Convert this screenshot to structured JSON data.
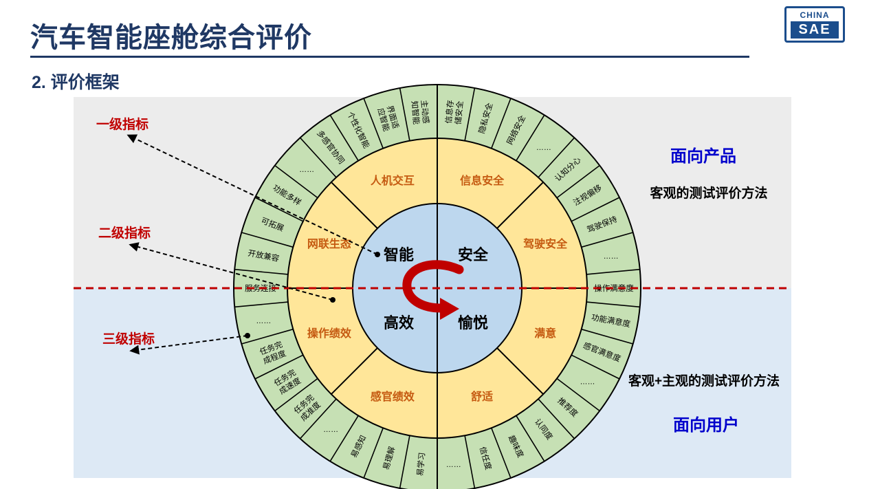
{
  "header": {
    "title": "汽车智能座舱综合评价",
    "subtitle": "2. 评价框架"
  },
  "logo": {
    "top": "CHINA",
    "bottom": "SAE"
  },
  "center": {
    "top_left": "智能",
    "top_right": "安全",
    "bottom_left": "高效",
    "bottom_right": "愉悦"
  },
  "level2": [
    "人机交互",
    "信息安全",
    "驾驶安全",
    "满意",
    "舒适",
    "感官绩效",
    "操作绩效",
    "网联生态"
  ],
  "level3": [
    "主动感知智能",
    "界面适应智能",
    "个性化智能",
    "多感官协同",
    "……",
    "功能多样",
    "可拓展",
    "开放兼容",
    "服务连接",
    "……",
    "任务完成程度",
    "任务完成速度",
    "任务完成准度",
    "……",
    "易感知",
    "易理解",
    "易学习",
    "……",
    "信任度",
    "趣味度",
    "认同度",
    "推荐度",
    "……",
    "感官满意度",
    "功能满意度",
    "操作满意度",
    "……",
    "驾驶保持",
    "注视偏移",
    "认知分心",
    "……",
    "网络安全",
    "隐私安全",
    "信息存储安全"
  ],
  "labels": {
    "level1": "一级指标",
    "level2": "二级指标",
    "level3": "三级指标"
  },
  "side": {
    "product_title": "面向产品",
    "product_method": "客观的测试评价方法",
    "user_method": "客观+主观的测试评价方法",
    "user_title": "面向用户"
  },
  "colors": {
    "title": "#1f3864",
    "outer_ring": "#c6e0b4",
    "mid_ring": "#ffe699",
    "inner_circle": "#bdd7ee",
    "mid_text": "#c55a11",
    "red": "#c00000",
    "blue_text": "#0000cc",
    "upper_bg": "#ececec",
    "lower_bg": "#dde9f5"
  }
}
